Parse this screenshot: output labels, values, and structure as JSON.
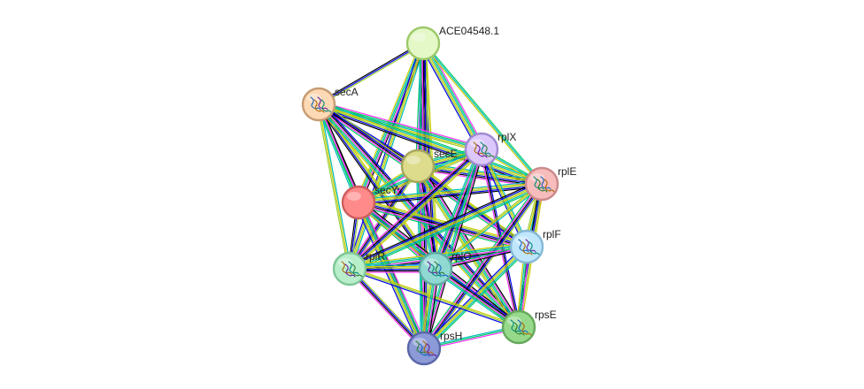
{
  "network": {
    "edge_palette": [
      "#9acd32",
      "#0000ee",
      "#000000",
      "#ff33ff",
      "#00cc66",
      "#00bbbb",
      "#cccc00"
    ],
    "nodes": [
      {
        "id": "ACE04548.1",
        "label": "ACE04548.1",
        "fill": "#e3f8c6",
        "stroke": "#9dc96a",
        "has_structure": false
      },
      {
        "id": "secA",
        "label": "secA",
        "fill": "#fdd9b5",
        "stroke": "#c69c74",
        "has_structure": true
      },
      {
        "id": "rplX",
        "label": "rplX",
        "fill": "#dcc8fb",
        "stroke": "#a08ad1",
        "has_structure": true
      },
      {
        "id": "secE",
        "label": "secE",
        "fill": "#dcdc8c",
        "stroke": "#a6a65e",
        "has_structure": false
      },
      {
        "id": "rplE",
        "label": "rplE",
        "fill": "#f7bcbc",
        "stroke": "#cc8a8a",
        "has_structure": true
      },
      {
        "id": "secY",
        "label": "secY",
        "fill": "#ff8a8a",
        "stroke": "#cc5e5e",
        "has_structure": false
      },
      {
        "id": "rplF",
        "label": "rplF",
        "fill": "#bfe6fb",
        "stroke": "#85b8d6",
        "has_structure": true
      },
      {
        "id": "rplR",
        "label": "rplR",
        "fill": "#b9eecb",
        "stroke": "#7ec797",
        "has_structure": true
      },
      {
        "id": "rplO",
        "label": "rplO",
        "fill": "#8fd9d2",
        "stroke": "#5fa9a2",
        "has_structure": true
      },
      {
        "id": "rpsE",
        "label": "rpsE",
        "fill": "#96d98a",
        "stroke": "#66a95c",
        "has_structure": true
      },
      {
        "id": "rpsH",
        "label": "rpsH",
        "fill": "#8c9ad8",
        "stroke": "#5a68a8",
        "has_structure": true
      }
    ],
    "edges": [
      {
        "source": "ACE04548.1",
        "target": "secA"
      },
      {
        "source": "ACE04548.1",
        "target": "secE"
      },
      {
        "source": "ACE04548.1",
        "target": "secY"
      },
      {
        "source": "ACE04548.1",
        "target": "rplX"
      },
      {
        "source": "ACE04548.1",
        "target": "rplE"
      },
      {
        "source": "ACE04548.1",
        "target": "rplR"
      },
      {
        "source": "ACE04548.1",
        "target": "rplO"
      },
      {
        "source": "ACE04548.1",
        "target": "rpsH"
      },
      {
        "source": "secA",
        "target": "secE"
      },
      {
        "source": "secA",
        "target": "secY"
      },
      {
        "source": "secA",
        "target": "rplX"
      },
      {
        "source": "secA",
        "target": "rplE"
      },
      {
        "source": "secA",
        "target": "rplR"
      },
      {
        "source": "secA",
        "target": "rplO"
      },
      {
        "source": "secA",
        "target": "rplF"
      },
      {
        "source": "secA",
        "target": "rpsE"
      },
      {
        "source": "secA",
        "target": "rpsH"
      },
      {
        "source": "secE",
        "target": "secY"
      },
      {
        "source": "secE",
        "target": "rplX"
      },
      {
        "source": "secE",
        "target": "rplE"
      },
      {
        "source": "secE",
        "target": "rplF"
      },
      {
        "source": "secE",
        "target": "rplR"
      },
      {
        "source": "secE",
        "target": "rplO"
      },
      {
        "source": "secE",
        "target": "rpsE"
      },
      {
        "source": "secE",
        "target": "rpsH"
      },
      {
        "source": "secY",
        "target": "rplX"
      },
      {
        "source": "secY",
        "target": "rplE"
      },
      {
        "source": "secY",
        "target": "rplF"
      },
      {
        "source": "secY",
        "target": "rplR"
      },
      {
        "source": "secY",
        "target": "rplO"
      },
      {
        "source": "secY",
        "target": "rpsE"
      },
      {
        "source": "secY",
        "target": "rpsH"
      },
      {
        "source": "rplX",
        "target": "rplE"
      },
      {
        "source": "rplX",
        "target": "rplF"
      },
      {
        "source": "rplX",
        "target": "rplR"
      },
      {
        "source": "rplX",
        "target": "rplO"
      },
      {
        "source": "rplX",
        "target": "rpsE"
      },
      {
        "source": "rplX",
        "target": "rpsH"
      },
      {
        "source": "rplE",
        "target": "rplF"
      },
      {
        "source": "rplE",
        "target": "rplR"
      },
      {
        "source": "rplE",
        "target": "rplO"
      },
      {
        "source": "rplE",
        "target": "rpsE"
      },
      {
        "source": "rplE",
        "target": "rpsH"
      },
      {
        "source": "rplF",
        "target": "rplR"
      },
      {
        "source": "rplF",
        "target": "rplO"
      },
      {
        "source": "rplF",
        "target": "rpsE"
      },
      {
        "source": "rplF",
        "target": "rpsH"
      },
      {
        "source": "rplR",
        "target": "rplO"
      },
      {
        "source": "rplR",
        "target": "rpsE"
      },
      {
        "source": "rplR",
        "target": "rpsH"
      },
      {
        "source": "rplO",
        "target": "rpsE"
      },
      {
        "source": "rplO",
        "target": "rpsH"
      },
      {
        "source": "rpsE",
        "target": "rpsH"
      }
    ]
  }
}
